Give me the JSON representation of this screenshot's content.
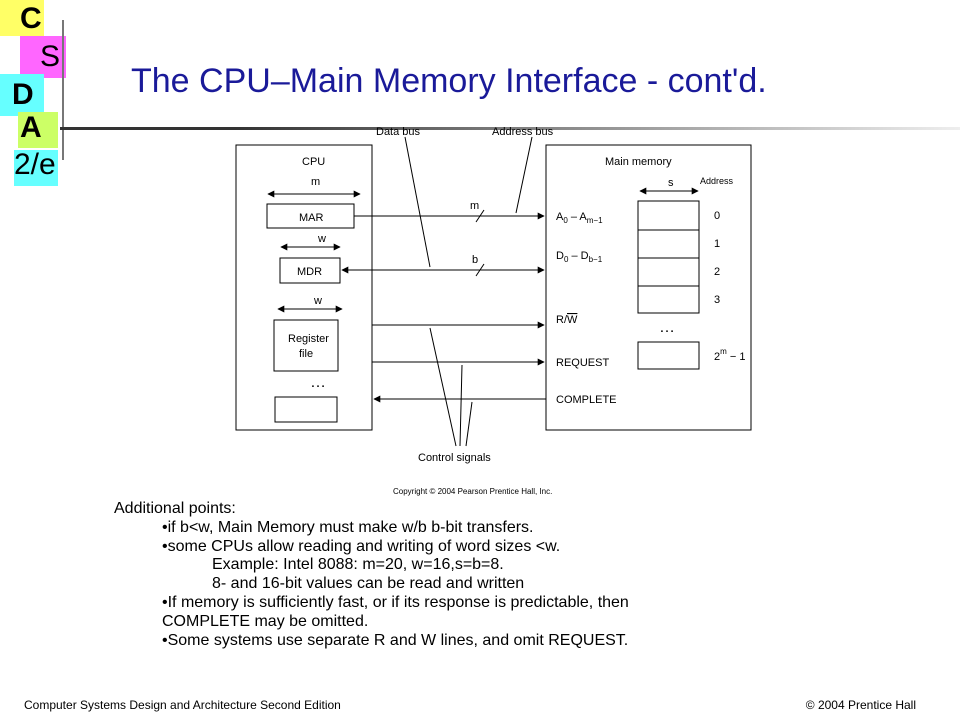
{
  "logo": {
    "letters": [
      "C",
      "S",
      "D",
      "A",
      "2/e"
    ],
    "colors": {
      "yellow": "#ffff66",
      "pink": "#ff66ff",
      "cyan": "#66ffff",
      "lime": "#ccff66"
    }
  },
  "title": "The CPU–Main Memory Interface - cont'd.",
  "diagram": {
    "data_bus": "Data bus",
    "address_bus": "Address bus",
    "cpu_label": "CPU",
    "m_label": "m",
    "mar": "MAR",
    "w_label": "w",
    "mdr": "MDR",
    "w_label_2": "w",
    "register_file_line1": "Register",
    "register_file_line2": "file",
    "ellipsis": "…",
    "bus_m": "m",
    "bus_b": "b",
    "main_memory": "Main memory",
    "s_label": "s",
    "address_label": "Address",
    "addr_signal_a": "A",
    "addr_signal_a_sub0": "0",
    "addr_signal_dash": " – A",
    "addr_signal_a_sub1": "m−1",
    "data_signal_d": "D",
    "data_signal_d_sub0": "0",
    "data_signal_dash": " – D",
    "data_signal_d_sub1": "b−1",
    "rw_r": "R/",
    "rw_w": "W",
    "request": "REQUEST",
    "complete": "COMPLETE",
    "addresses": [
      "0",
      "1",
      "2",
      "3"
    ],
    "last_addr_base": "2",
    "last_addr_exp": "m",
    "last_addr_tail": " − 1",
    "control_signals": "Control signals",
    "copyright": "Copyright © 2004 Pearson Prentice Hall, Inc."
  },
  "notes": {
    "heading": "Additional points:",
    "items": [
      "•if b<w, Main Memory must make w/b b-bit transfers.",
      "•some CPUs allow reading and writing of word sizes <w.",
      "Example: Intel 8088: m=20, w=16,s=b=8.",
      "8- and 16-bit values can be read and written",
      "•If memory is sufficiently fast, or if its response is predictable, then",
      "COMPLETE may be omitted.",
      "•Some systems use separate R and W lines, and omit REQUEST."
    ]
  },
  "footer": {
    "left": "Computer Systems Design and Architecture Second Edition",
    "right": "© 2004 Prentice Hall"
  }
}
